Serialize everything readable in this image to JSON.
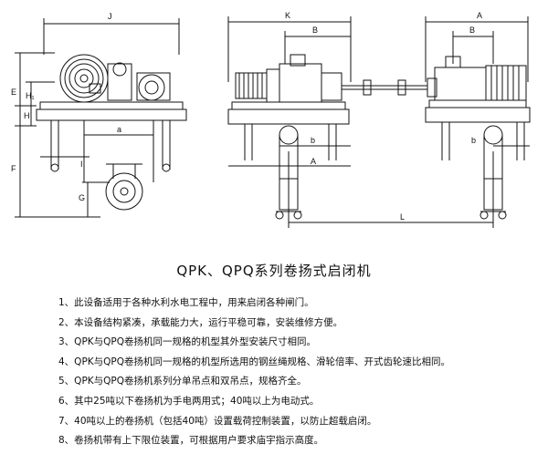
{
  "drawing": {
    "labels": {
      "J": "J",
      "K": "K",
      "A_top": "A",
      "B_mid": "B",
      "B_right": "B",
      "E": "E",
      "H1": "H₁",
      "H": "H",
      "F": "F",
      "G": "G",
      "I": "I",
      "a": "a",
      "b_mid": "b",
      "b_right": "b",
      "A_mid": "A",
      "L": "L"
    }
  },
  "title": "QPK、QPQ系列卷扬式启闭机",
  "notes": [
    "1、此设备适用于各种水利水电工程中，用来启闭各种闸门。",
    "2、本设备结构紧凑，承载能力大，运行平稳可靠，安装维修方便。",
    "3、QPK与QPQ卷扬机同一规格的机型其外型安装尺寸相同。",
    "4、QPK与QPQ卷扬机同一规格的机型所选用的钢丝绳规格、滑轮倍率、开式齿轮速比相同。",
    "5、QPK与QPQ卷扬机系列分单吊点和双吊点，规格齐全。",
    "6、其中25吨以下卷扬机为手电两用式；40吨以上为电动式。",
    "7、40吨以上的卷扬机（包括40吨）设置载荷控制装置，以防止超载启闭。",
    "8、卷扬机带有上下限位装置，可根据用户要求庙宇指示高度。"
  ]
}
